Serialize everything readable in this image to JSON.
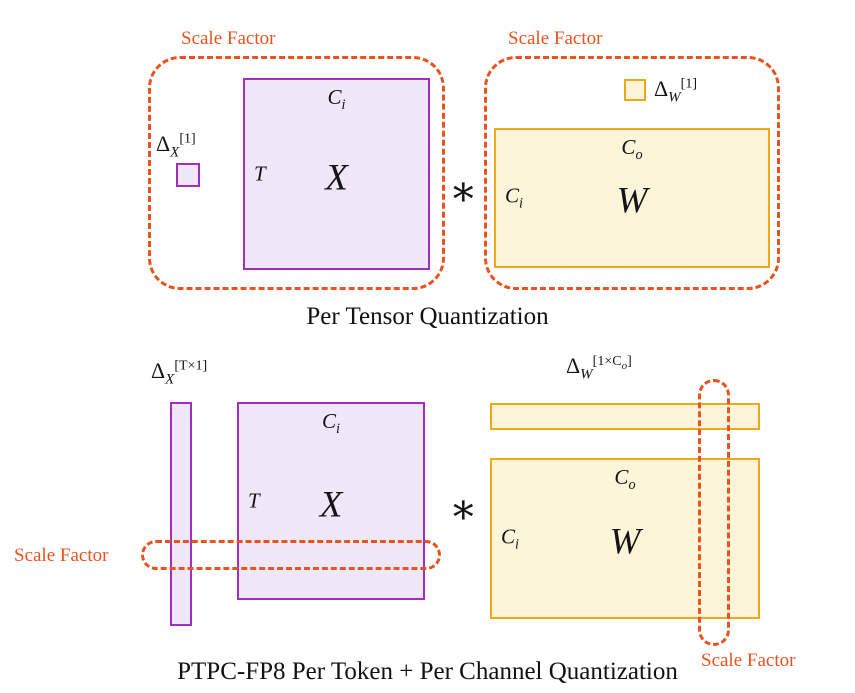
{
  "colors": {
    "purple": "#A32CC4",
    "purple_fill": "#F1E7FB",
    "orange": "#F2A71B",
    "orange_fill": "#FDF5D9",
    "accent": "#E8531E"
  },
  "labels": {
    "scale_factor": "Scale Factor",
    "operator": "∗"
  },
  "top": {
    "caption": "Per Tensor Quantization",
    "delta_x": {
      "base": "Δ",
      "sub": "X",
      "sup": "[1]"
    },
    "delta_w": {
      "base": "Δ",
      "sub": "W",
      "sup": "[1]"
    },
    "x_matrix": {
      "top_base": "C",
      "top_sub": "i",
      "left": "T",
      "center": "X"
    },
    "w_matrix": {
      "top_base": "C",
      "top_sub": "o",
      "left_base": "C",
      "left_sub": "i",
      "center": "W"
    }
  },
  "bottom": {
    "caption": "PTPC-FP8 Per Token + Per Channel Quantization",
    "delta_x": {
      "base": "Δ",
      "sub": "X",
      "sup": "[T×1]"
    },
    "delta_w": {
      "base": "Δ",
      "sub": "W",
      "sup_pre": "[1×C",
      "sup_sub": "o",
      "sup_post": "]"
    },
    "x_matrix": {
      "top_base": "C",
      "top_sub": "i",
      "left": "T",
      "center": "X"
    },
    "w_matrix": {
      "top_base": "C",
      "top_sub": "o",
      "left_base": "C",
      "left_sub": "i",
      "center": "W"
    }
  }
}
